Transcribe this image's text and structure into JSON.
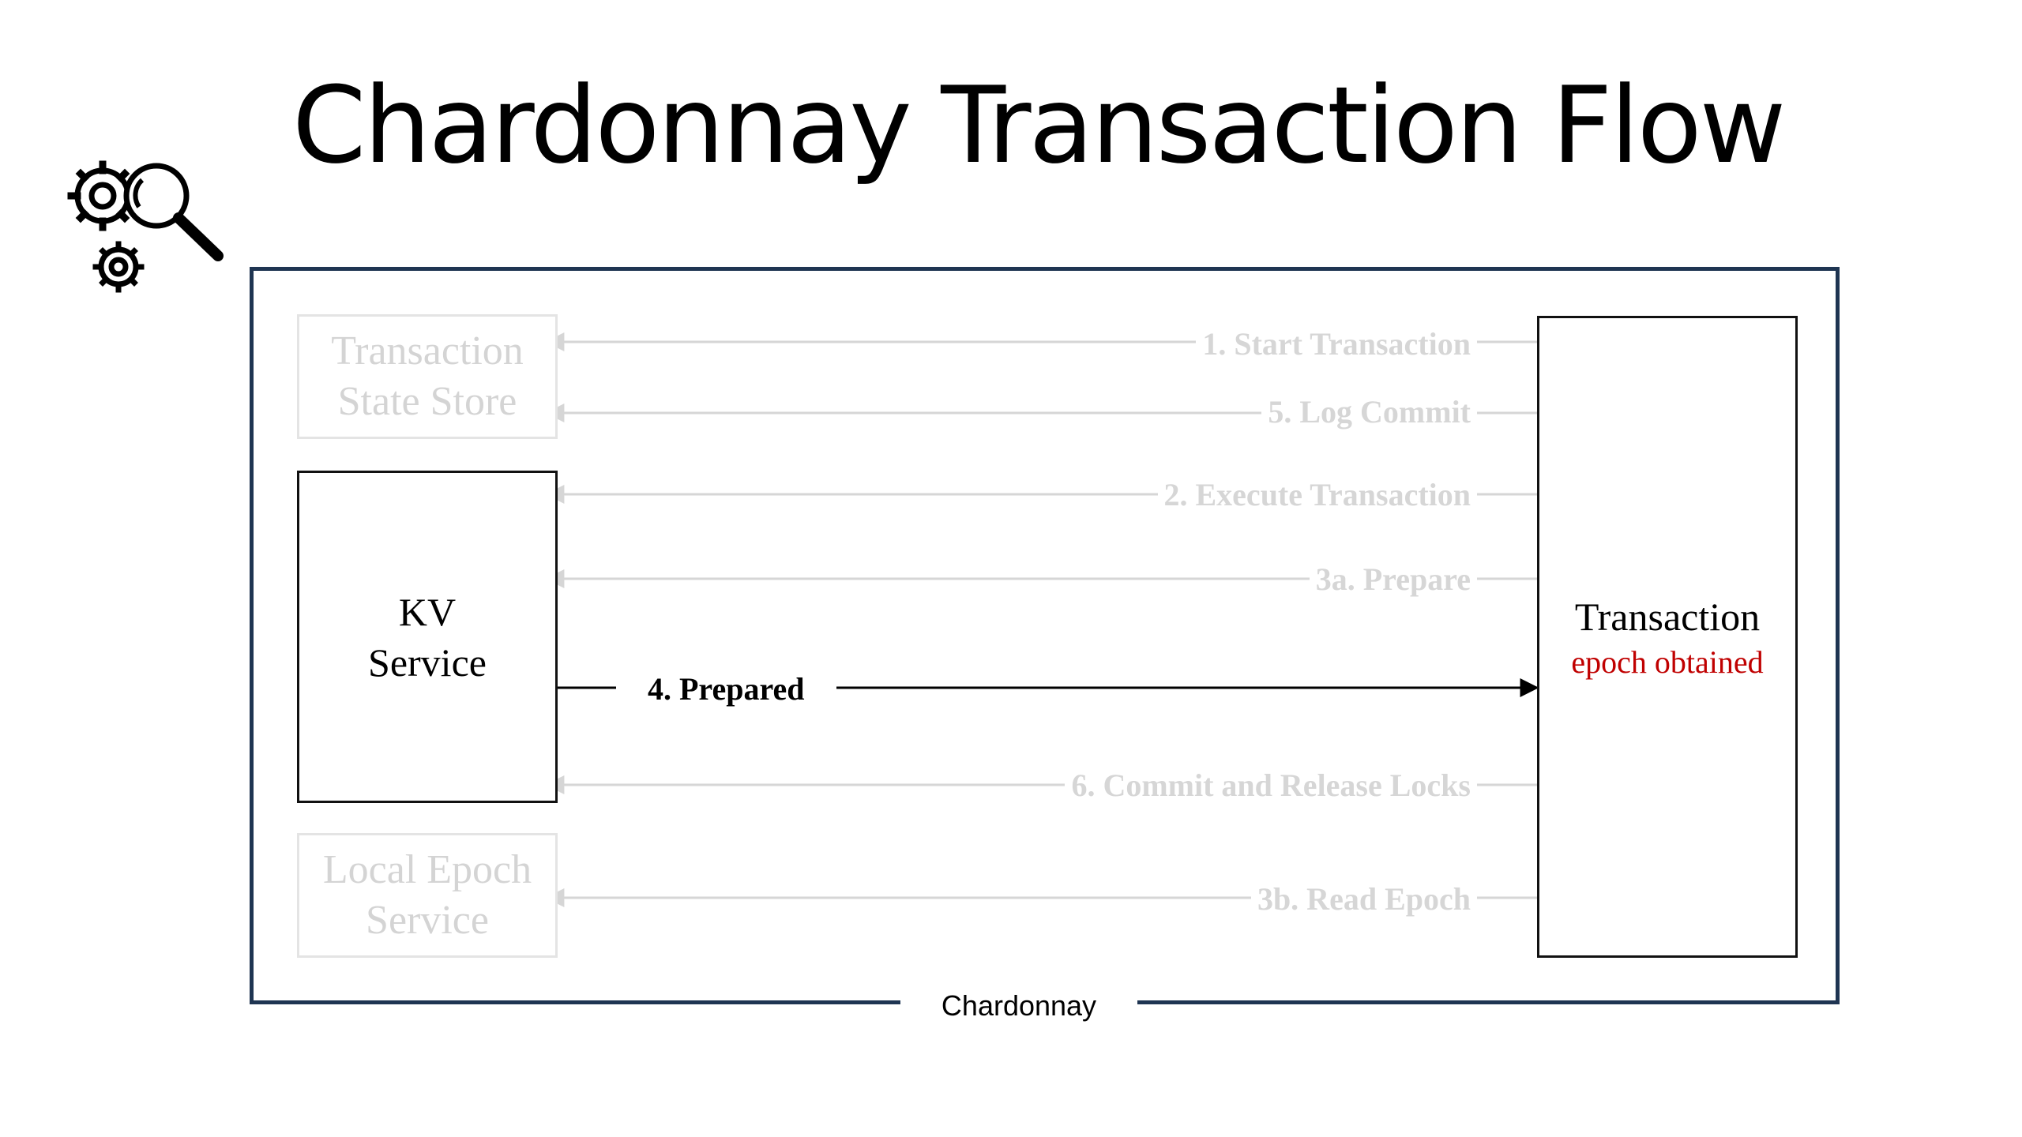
{
  "slide": {
    "title": "Chardonnay Transaction Flow",
    "frame_label": "Chardonnay"
  },
  "icons": {
    "logo": "gears-magnifier-icon"
  },
  "boxes": {
    "state_store": {
      "line1": "Transaction",
      "line2": "State Store"
    },
    "kv_service": {
      "line1": "KV",
      "line2": "Service"
    },
    "epoch_service": {
      "line1": "Local Epoch",
      "line2": "Service"
    },
    "transaction": {
      "line1": "Transaction",
      "line2": "epoch obtained"
    }
  },
  "messages": {
    "start": "1. Start Transaction",
    "log_commit": "5. Log Commit",
    "execute": "2. Execute Transaction",
    "prepare": "3a. Prepare",
    "prepared": "4. Prepared",
    "commit": "6. Commit and Release Locks",
    "read_epoch": "3b. Read Epoch"
  },
  "colors": {
    "frame": "#1f3552",
    "faded": "#d6d6d6",
    "active": "#000000",
    "highlight": "#c00000"
  }
}
